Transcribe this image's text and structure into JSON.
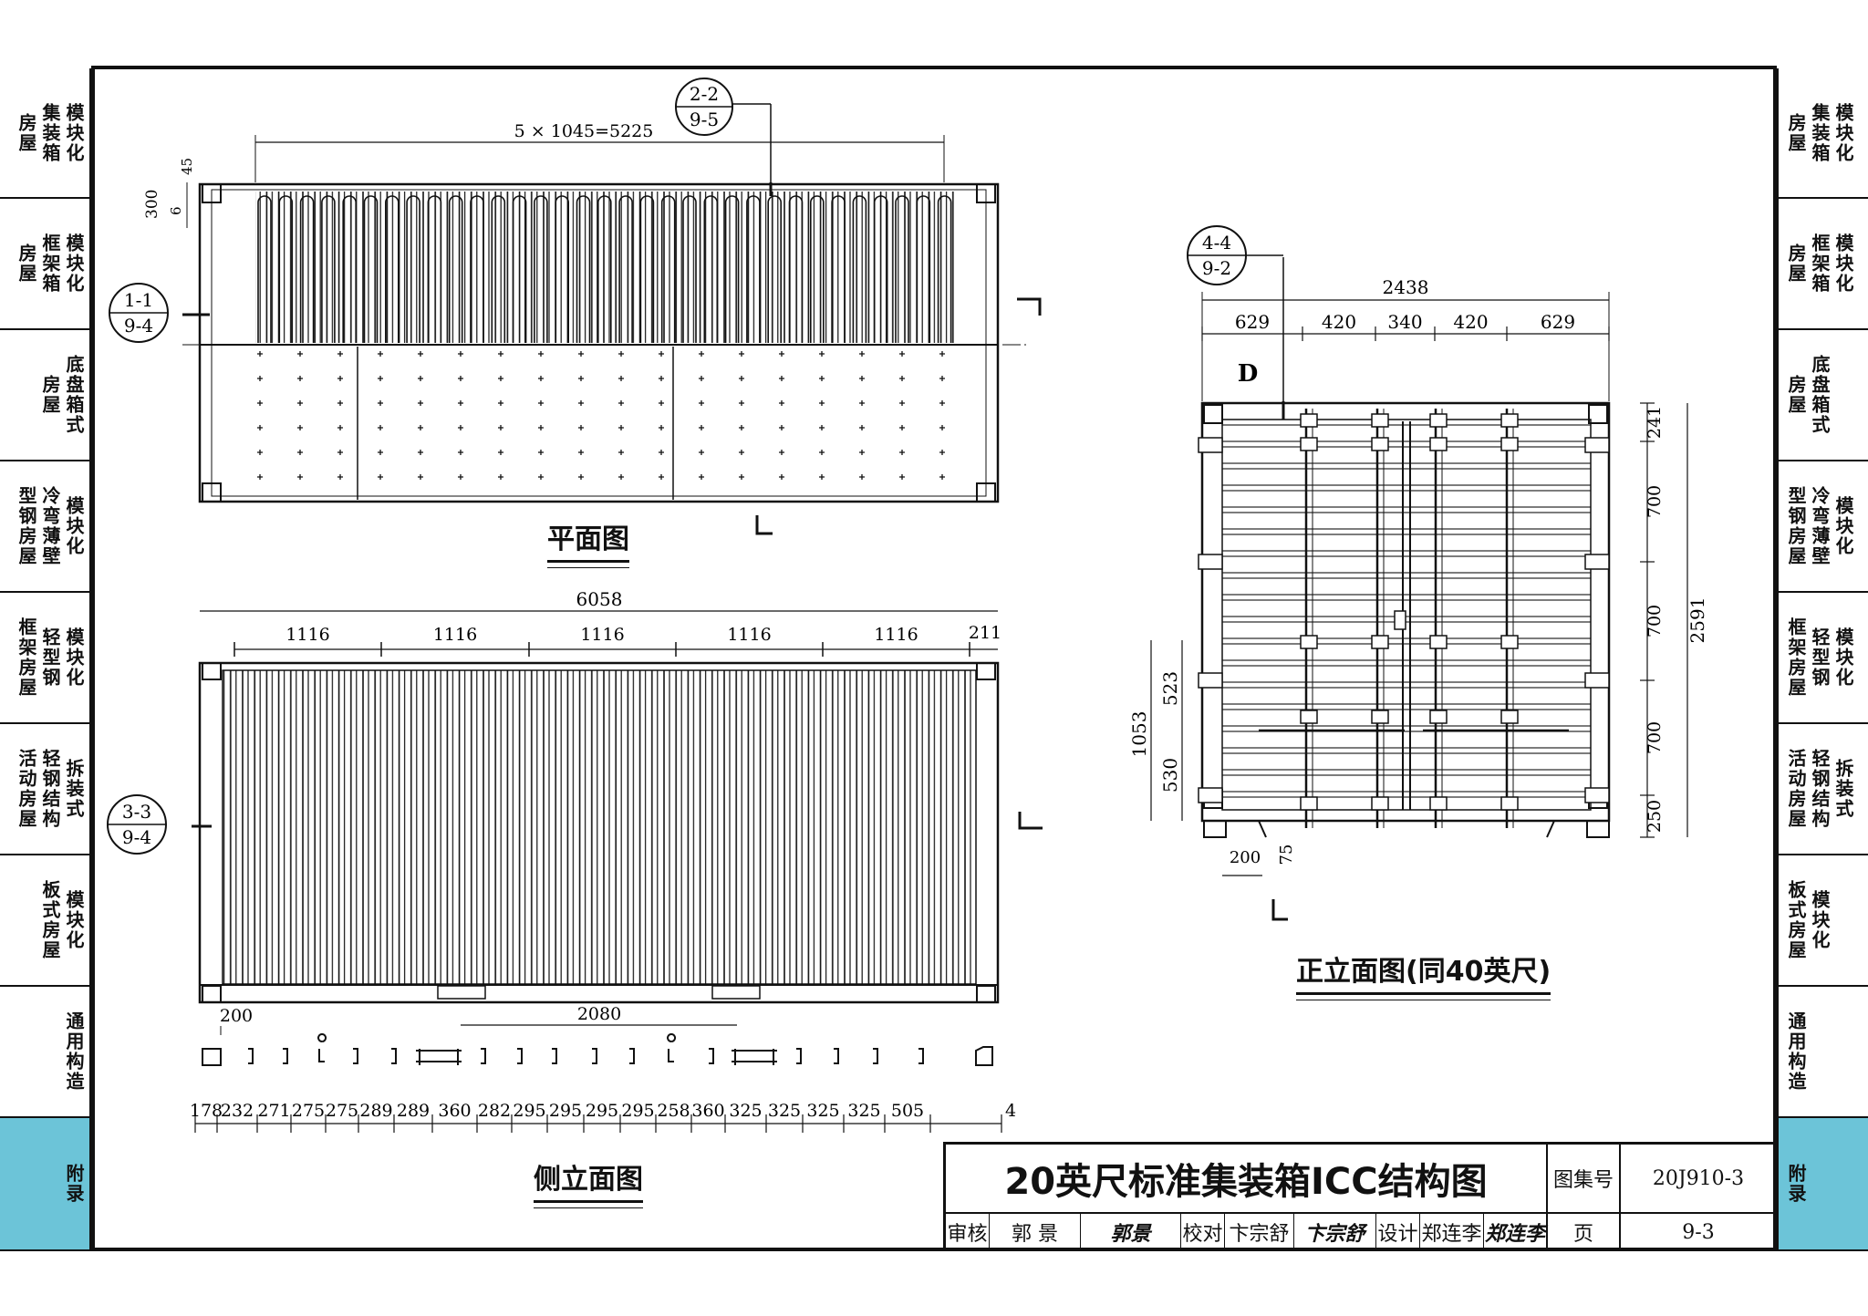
{
  "left_tabs": [
    {
      "cols": [
        "模块化",
        "集装箱",
        "房屋"
      ],
      "blue": false
    },
    {
      "cols": [
        "模块化",
        "框架箱",
        "房屋"
      ],
      "blue": false
    },
    {
      "cols": [
        "底盘箱式",
        "房屋"
      ],
      "blue": false
    },
    {
      "cols": [
        "模块化",
        "冷弯薄壁",
        "型钢房屋"
      ],
      "blue": false
    },
    {
      "cols": [
        "模块化",
        "轻型钢",
        "框架房屋"
      ],
      "blue": false
    },
    {
      "cols": [
        "拆装式",
        "轻钢结构",
        "活动房屋"
      ],
      "blue": false
    },
    {
      "cols": [
        "模块化",
        "板式房屋"
      ],
      "blue": false
    },
    {
      "cols": [
        "通用构造"
      ],
      "blue": false
    },
    {
      "cols": [
        "附录"
      ],
      "blue": true
    }
  ],
  "right_tabs": [
    {
      "cols": [
        "模块化",
        "集装箱",
        "房屋"
      ],
      "blue": false
    },
    {
      "cols": [
        "模块化",
        "框架箱",
        "房屋"
      ],
      "blue": false
    },
    {
      "cols": [
        "底盘箱式",
        "房屋"
      ],
      "blue": false
    },
    {
      "cols": [
        "模块化",
        "冷弯薄壁",
        "型钢房屋"
      ],
      "blue": false
    },
    {
      "cols": [
        "模块化",
        "轻型钢",
        "框架房屋"
      ],
      "blue": false
    },
    {
      "cols": [
        "拆装式",
        "轻钢结构",
        "活动房屋"
      ],
      "blue": false
    },
    {
      "cols": [
        "模块化",
        "板式房屋"
      ],
      "blue": false
    },
    {
      "cols": [
        "通用构造"
      ],
      "blue": false
    },
    {
      "cols": [
        "附录"
      ],
      "blue": true
    }
  ],
  "views": {
    "plan": {
      "label": "平面图",
      "top_dim": "5 × 1045=5225",
      "section_a": [
        "2-2",
        "9-5"
      ],
      "section_b": [
        "1-1",
        "9-4"
      ],
      "dim_300": "300",
      "dim_6": "6",
      "dim_45": "45"
    },
    "side": {
      "label": "侧立面图",
      "overall": "6058",
      "module": "1116",
      "end": "211",
      "section": [
        "3-3",
        "9-4"
      ],
      "dim_200": "200",
      "dim_2080": "2080",
      "bottom_dims": [
        "178",
        "232",
        "271",
        "275",
        "275",
        "289",
        "289",
        "360",
        "282",
        "295",
        "295",
        "295",
        "295",
        "258",
        "360",
        "325",
        "325",
        "325",
        "325",
        "505",
        "4"
      ]
    },
    "front": {
      "label": "正立面图(同40英尺)",
      "section": [
        "4-4",
        "9-2"
      ],
      "width": "2438",
      "top_dims": [
        "629",
        "420",
        "340",
        "420",
        "629"
      ],
      "marker": "D",
      "right_dims": [
        "241",
        "700",
        "700",
        "700",
        "250"
      ],
      "height": "2591",
      "left_outer": "1053",
      "left_dims": [
        "523",
        "530"
      ],
      "dim_200": "200",
      "dim_75": "75"
    }
  },
  "title_block": {
    "title": "20英尺标准集装箱ICC结构图",
    "atlas_label": "图集号",
    "atlas_no": "20J910-3",
    "review_label": "审核",
    "review_name": "郭 景",
    "review_sig": "郭景",
    "check_label": "校对",
    "check_name": "卞宗舒",
    "check_sig": "卞宗舒",
    "design_label": "设计",
    "design_name": "郑连李",
    "design_sig": "郑连李",
    "page_label": "页",
    "page_no": "9-3"
  }
}
